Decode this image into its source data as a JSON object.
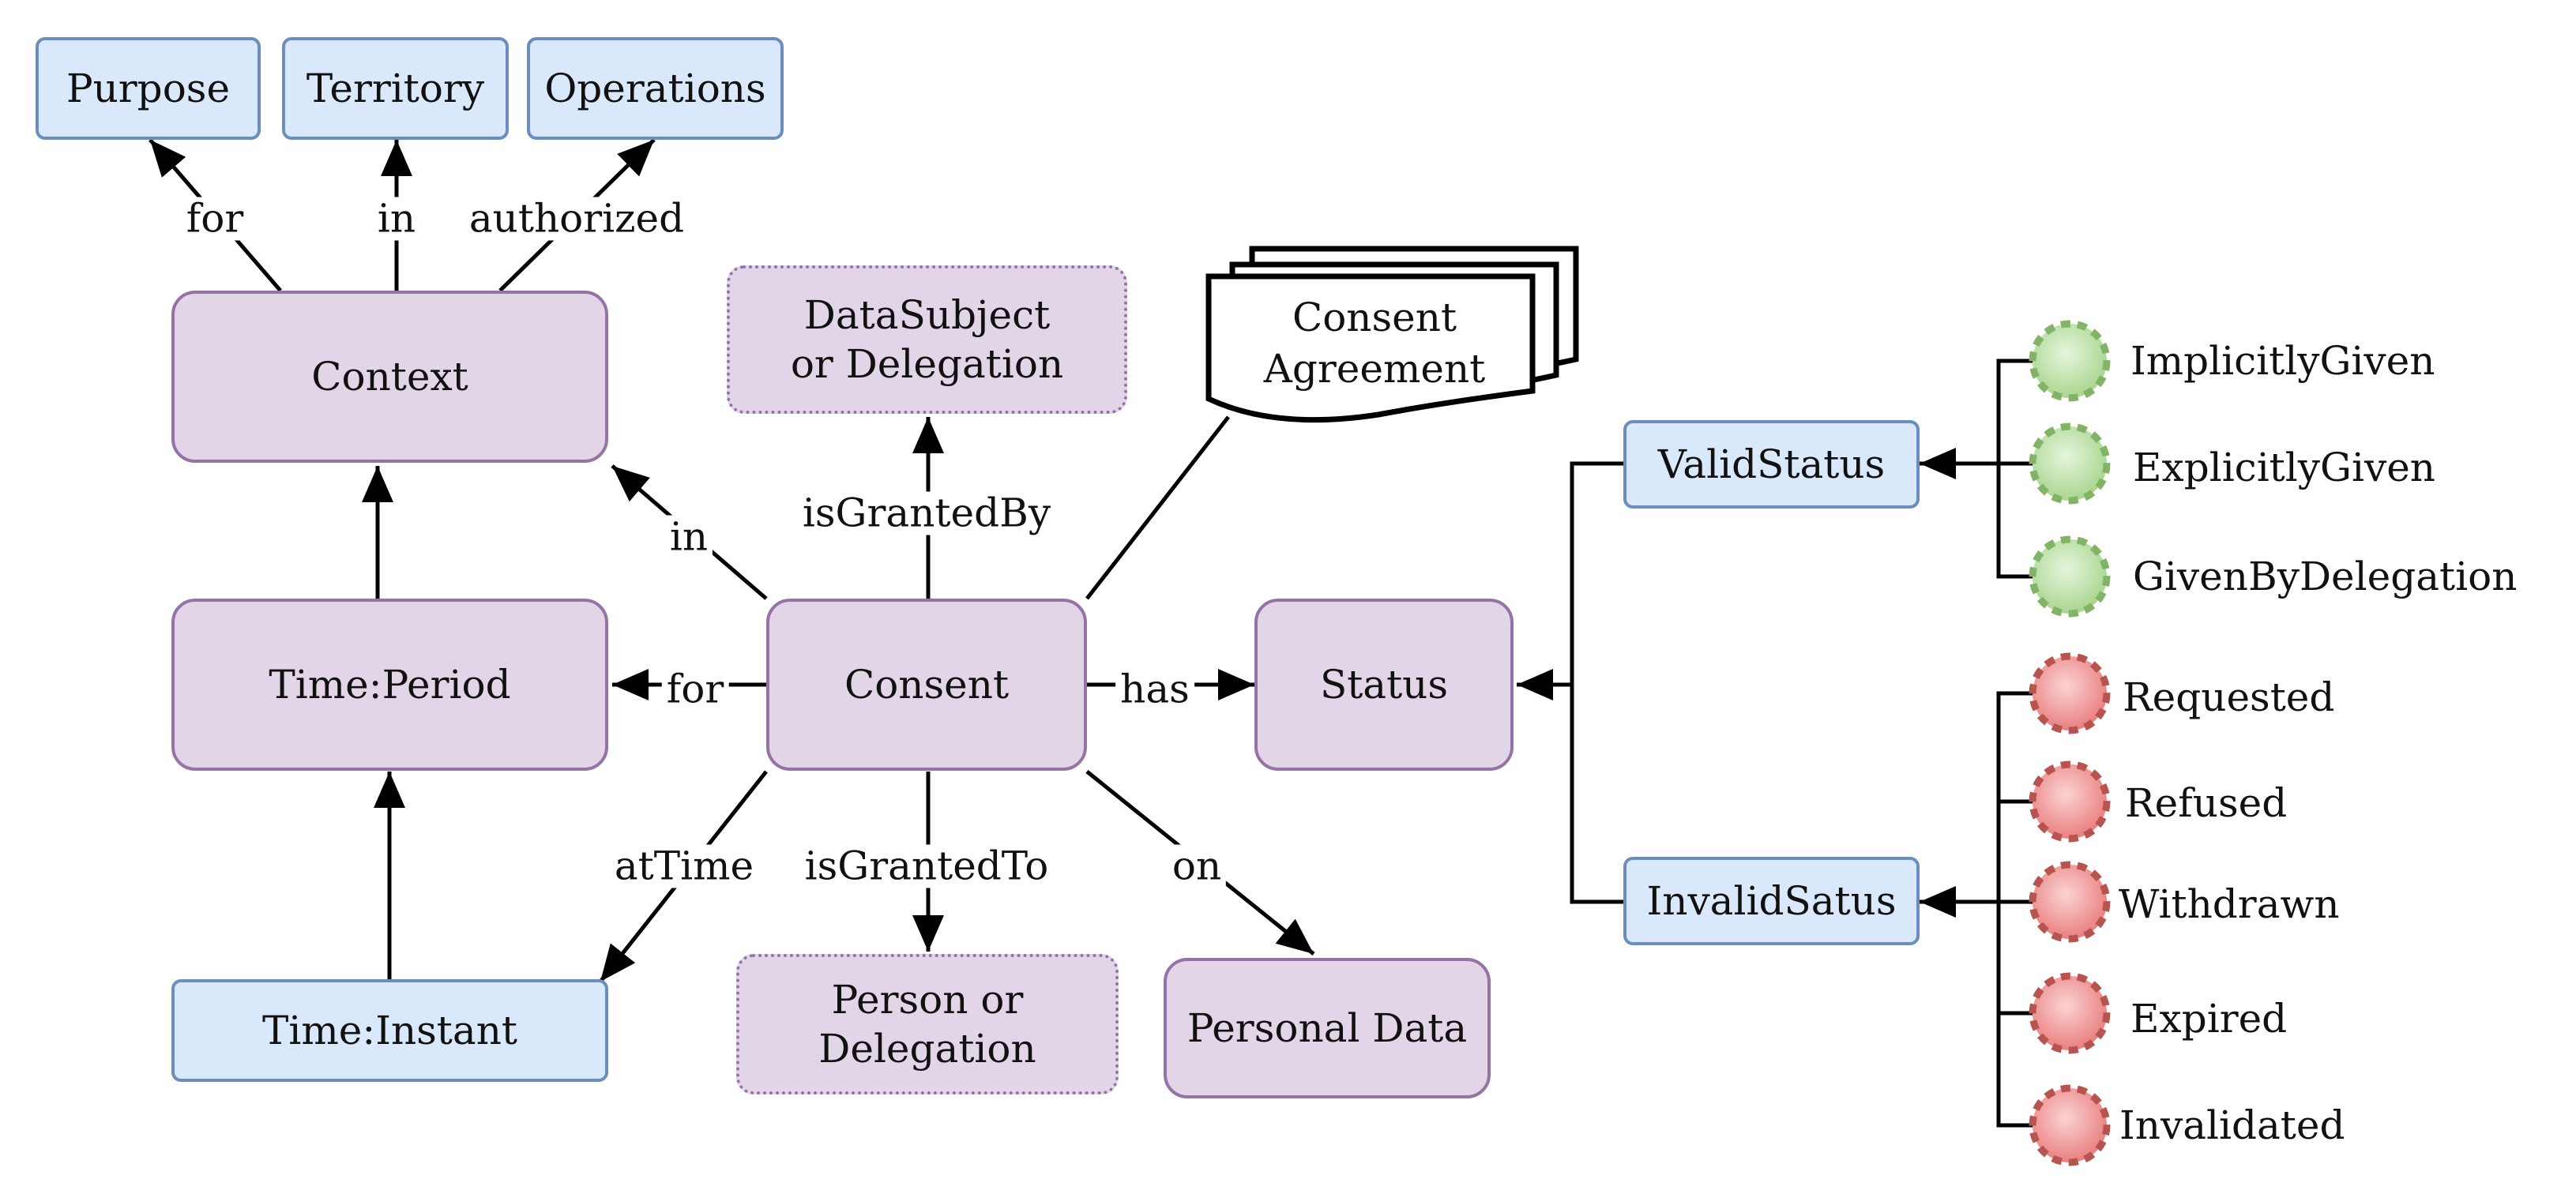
{
  "nodes": {
    "purpose": "Purpose",
    "territory": "Territory",
    "operations": "Operations",
    "context": "Context",
    "data_subject": "DataSubject\nor Delegation",
    "consent_agreement": "Consent\nAgreement",
    "time_period": "Time:Period",
    "consent": "Consent",
    "status": "Status",
    "time_instant": "Time:Instant",
    "person": "Person or\nDelegation",
    "personal_data": "Personal Data",
    "valid_status": "ValidStatus",
    "invalid_status": "InvalidSatus"
  },
  "edges": {
    "for_purpose": "for",
    "in_territory": "in",
    "authorized": "authorized",
    "in_context": "in",
    "is_granted_by": "isGrantedBy",
    "for_period": "for",
    "has": "has",
    "at_time": "atTime",
    "is_granted_to": "isGrantedTo",
    "on": "on"
  },
  "valid_states": [
    "ImplicitlyGiven",
    "ExplicitlyGiven",
    "GivenByDelegation"
  ],
  "invalid_states": [
    "Requested",
    "Refused",
    "Withdrawn",
    "Expired",
    "Invalidated"
  ],
  "colors": {
    "blue_fill": "#dae8fc",
    "blue_stroke": "#6c8ebf",
    "purple_fill": "#e1d5e7",
    "purple_stroke": "#9673a6",
    "green_fill": "#b6dea0",
    "green_stroke": "#82b366",
    "red_fill": "#f19c9c",
    "red_stroke": "#b85450"
  }
}
